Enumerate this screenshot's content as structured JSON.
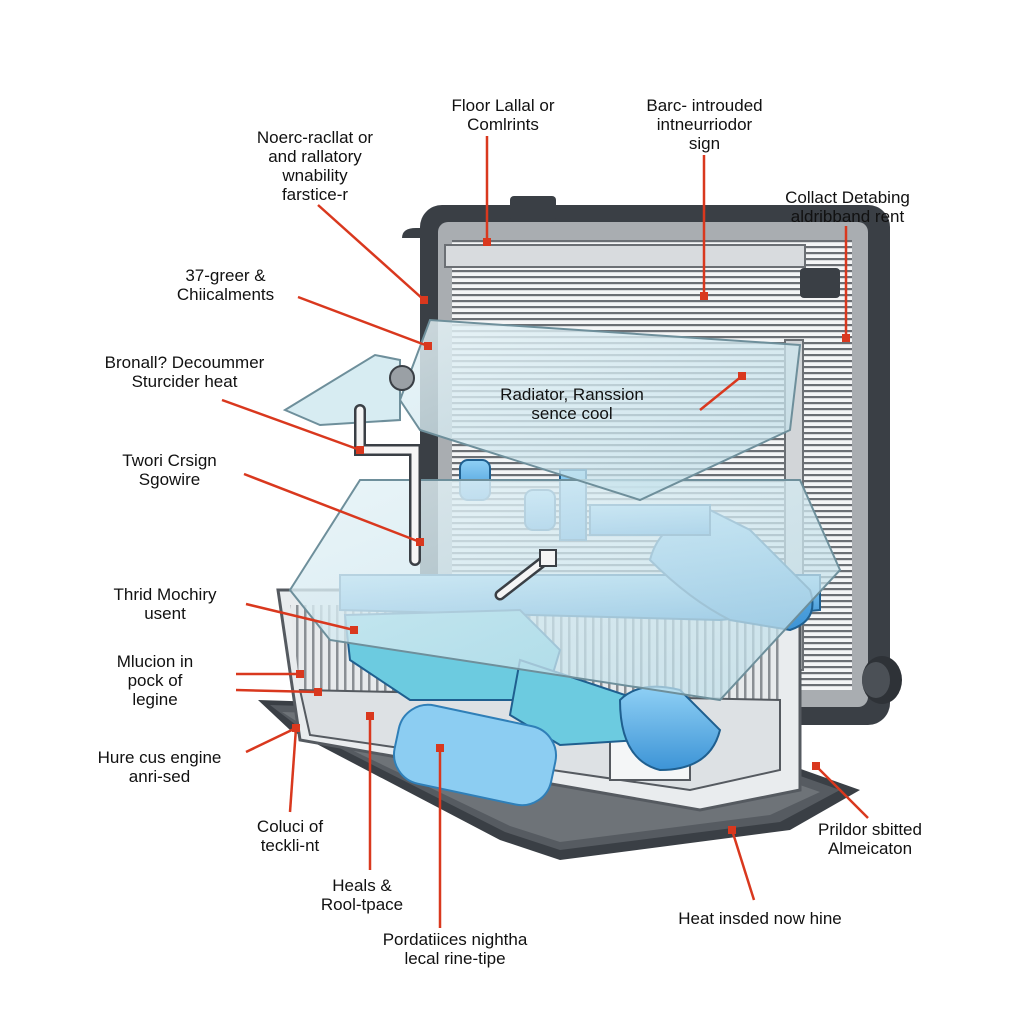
{
  "colors": {
    "leader": "#d9381e",
    "frame": "#3a3f45",
    "coolant": "#5fb3e8",
    "glass": "#cfe6ee",
    "fins": "#6b6f74"
  },
  "labels": [
    {
      "id": "floor",
      "lines": [
        "Floor Lallal or",
        "Comlrints"
      ]
    },
    {
      "id": "barc",
      "lines": [
        "Barc- introuded",
        "intneurriodor",
        "sign"
      ]
    },
    {
      "id": "noerc",
      "lines": [
        "Noerc-racllat or",
        "and rallatory",
        "wnability",
        "farstice-r"
      ]
    },
    {
      "id": "collact",
      "lines": [
        "Collact Detabing",
        "aldribband rent"
      ]
    },
    {
      "id": "greer",
      "lines": [
        "37-greer &",
        "Chiicalments"
      ]
    },
    {
      "id": "bronall",
      "lines": [
        "Bronall? Decoummer",
        "Sturcider heat"
      ]
    },
    {
      "id": "radiator",
      "lines": [
        "Radiator, Ranssion",
        "sence cool"
      ]
    },
    {
      "id": "twori",
      "lines": [
        "Twori Crsign",
        "Sgowire"
      ]
    },
    {
      "id": "thrid",
      "lines": [
        "Thrid Mochiry",
        "usent"
      ]
    },
    {
      "id": "mlucion",
      "lines": [
        "Mlucion in",
        "pock of",
        "legine"
      ]
    },
    {
      "id": "hure",
      "lines": [
        "Hure cus engine",
        "anri-sed"
      ]
    },
    {
      "id": "coluci",
      "lines": [
        "Coluci of",
        "teckli-nt"
      ]
    },
    {
      "id": "prildor",
      "lines": [
        "Prildor sbitted",
        "Almeicaton"
      ]
    },
    {
      "id": "heals",
      "lines": [
        "Heals &",
        "Rool-tpace"
      ]
    },
    {
      "id": "heat",
      "lines": [
        "Heat insded now hine"
      ]
    },
    {
      "id": "pordatiices",
      "lines": [
        "Pordatiices nightha",
        "lecal rine-tipe"
      ]
    }
  ]
}
